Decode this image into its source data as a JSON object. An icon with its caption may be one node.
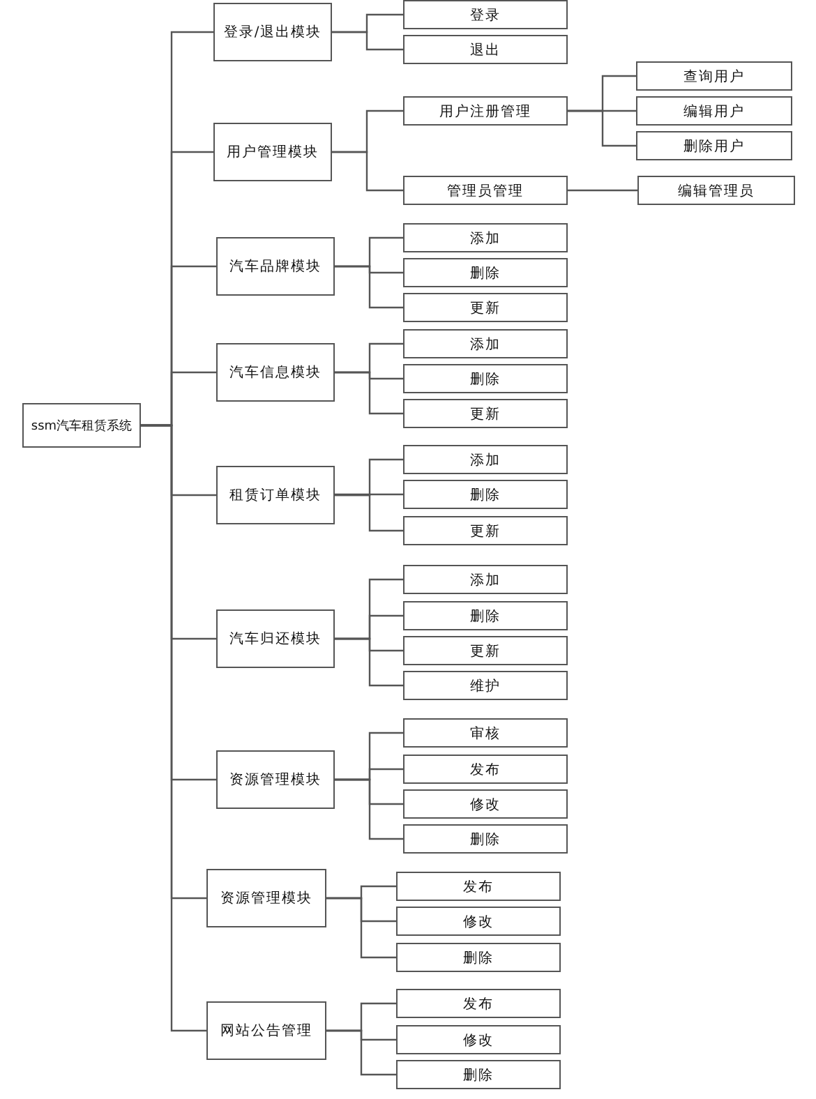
{
  "diagram": {
    "nodes": [
      {
        "text": [
          "ssm汽车租赁系统"
        ]
      },
      {
        "text": [
          "登录/退出模块"
        ]
      },
      {
        "text": [
          "登录"
        ]
      },
      {
        "text": [
          "退出"
        ]
      },
      {
        "text": [
          "用户管理模块"
        ]
      },
      {
        "text": [
          "用户注册管理"
        ]
      },
      {
        "text": [
          "查询用户"
        ]
      },
      {
        "text": [
          "编辑用户"
        ]
      },
      {
        "text": [
          "删除用户"
        ]
      },
      {
        "text": [
          "管理员管理"
        ]
      },
      {
        "text": [
          "编辑管理员"
        ]
      },
      {
        "text": [
          "汽车品牌模块"
        ]
      },
      {
        "text": [
          "添加"
        ]
      },
      {
        "text": [
          "删除"
        ]
      },
      {
        "text": [
          "更新"
        ]
      },
      {
        "text": [
          "汽车信息模块"
        ]
      },
      {
        "text": [
          "添加"
        ]
      },
      {
        "text": [
          "删除"
        ]
      },
      {
        "text": [
          "更新"
        ]
      },
      {
        "text": [
          "租赁订单模块"
        ]
      },
      {
        "text": [
          "添加"
        ]
      },
      {
        "text": [
          "删除"
        ]
      },
      {
        "text": [
          "更新"
        ]
      },
      {
        "text": [
          "汽车归还模块"
        ]
      },
      {
        "text": [
          "添加"
        ]
      },
      {
        "text": [
          "删除"
        ]
      },
      {
        "text": [
          "更新"
        ]
      },
      {
        "text": [
          "维护"
        ]
      },
      {
        "text": [
          "资源管理模块"
        ]
      },
      {
        "text": [
          "审核"
        ]
      },
      {
        "text": [
          "发布"
        ]
      },
      {
        "text": [
          "修改"
        ]
      },
      {
        "text": [
          "删除"
        ]
      },
      {
        "text": [
          "资源管理模块"
        ]
      },
      {
        "text": [
          "发布"
        ]
      },
      {
        "text": [
          "修改"
        ]
      },
      {
        "text": [
          "删除"
        ]
      },
      {
        "text": [
          "网站公告管理"
        ]
      },
      {
        "text": [
          "发布"
        ]
      },
      {
        "text": [
          "修改"
        ]
      },
      {
        "text": [
          "删除"
        ]
      }
    ],
    "edges": [
      {
        "from": 0,
        "to": 1,
        "arrow": "none"
      },
      {
        "from": 1,
        "to": 2,
        "arrow": "none"
      },
      {
        "from": 1,
        "to": 3,
        "arrow": "none"
      },
      {
        "from": 0,
        "to": 4,
        "arrow": "none"
      },
      {
        "from": 4,
        "to": 5,
        "arrow": "none"
      },
      {
        "from": 5,
        "to": 6,
        "arrow": "none"
      },
      {
        "from": 5,
        "to": 7,
        "arrow": "none"
      },
      {
        "from": 5,
        "to": 8,
        "arrow": "none"
      },
      {
        "from": 4,
        "to": 9,
        "arrow": "none"
      },
      {
        "from": 9,
        "to": 10,
        "arrow": "none"
      },
      {
        "from": 0,
        "to": 11,
        "arrow": "none"
      },
      {
        "from": 11,
        "to": 12,
        "arrow": "none"
      },
      {
        "from": 11,
        "to": 13,
        "arrow": "none"
      },
      {
        "from": 11,
        "to": 14,
        "arrow": "none"
      },
      {
        "from": 0,
        "to": 15,
        "arrow": "none"
      },
      {
        "from": 15,
        "to": 16,
        "arrow": "none"
      },
      {
        "from": 15,
        "to": 17,
        "arrow": "none"
      },
      {
        "from": 15,
        "to": 18,
        "arrow": "none"
      },
      {
        "from": 0,
        "to": 19,
        "arrow": "none"
      },
      {
        "from": 19,
        "to": 20,
        "arrow": "none"
      },
      {
        "from": 19,
        "to": 21,
        "arrow": "none"
      },
      {
        "from": 19,
        "to": 22,
        "arrow": "none"
      },
      {
        "from": 0,
        "to": 23,
        "arrow": "none"
      },
      {
        "from": 23,
        "to": 24,
        "arrow": "none"
      },
      {
        "from": 23,
        "to": 25,
        "arrow": "none"
      },
      {
        "from": 23,
        "to": 26,
        "arrow": "none"
      },
      {
        "from": 23,
        "to": 27,
        "arrow": "none"
      },
      {
        "from": 0,
        "to": 28,
        "arrow": "none"
      },
      {
        "from": 28,
        "to": 29,
        "arrow": "none"
      },
      {
        "from": 28,
        "to": 30,
        "arrow": "none"
      },
      {
        "from": 28,
        "to": 31,
        "arrow": "none"
      },
      {
        "from": 28,
        "to": 32,
        "arrow": "none"
      },
      {
        "from": 0,
        "to": 33,
        "arrow": "none"
      },
      {
        "from": 33,
        "to": 34,
        "arrow": "none"
      },
      {
        "from": 33,
        "to": 35,
        "arrow": "none"
      },
      {
        "from": 33,
        "to": 36,
        "arrow": "none"
      },
      {
        "from": 0,
        "to": 37,
        "arrow": "none"
      },
      {
        "from": 37,
        "to": 38,
        "arrow": "none"
      },
      {
        "from": 37,
        "to": 39,
        "arrow": "none"
      },
      {
        "from": 37,
        "to": 40,
        "arrow": "none"
      }
    ]
  }
}
